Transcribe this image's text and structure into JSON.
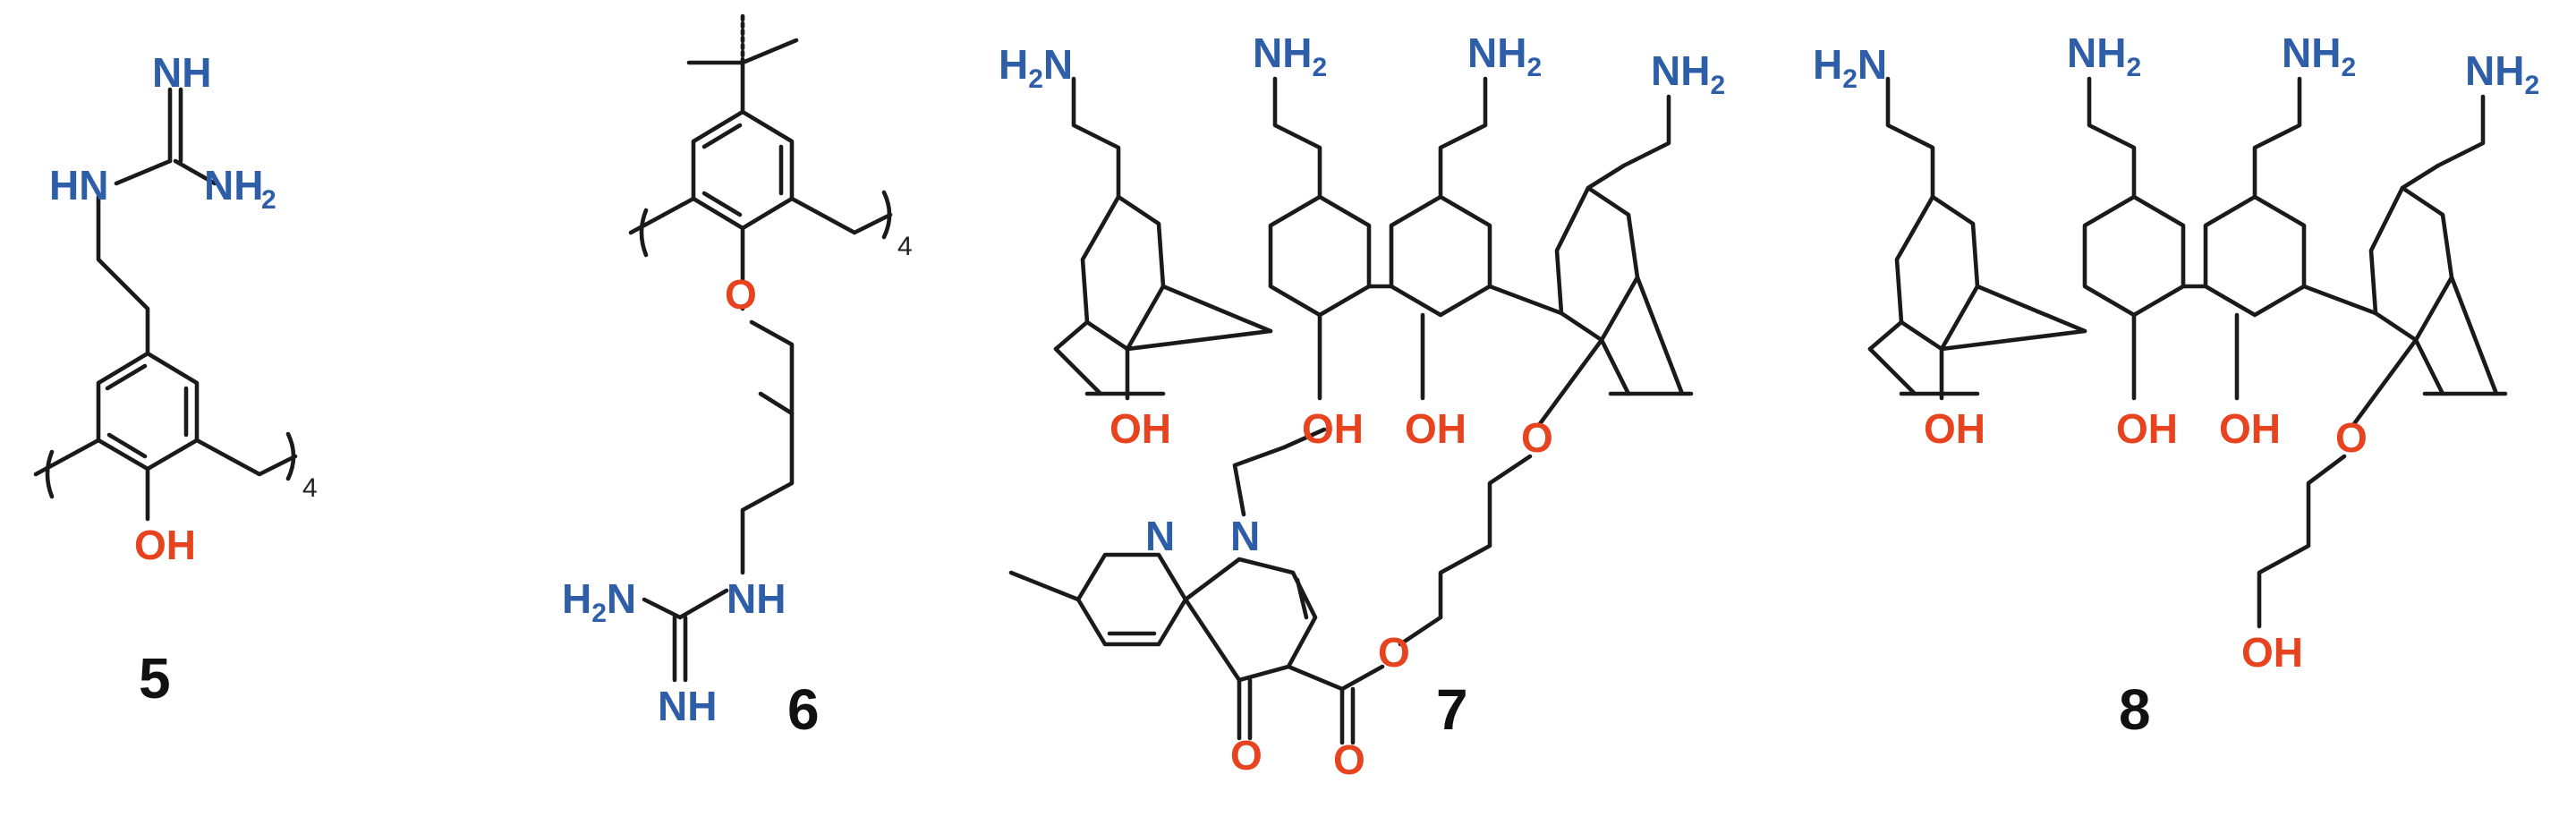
{
  "colors": {
    "bond": "#1a1a1a",
    "nitrogen": "#2f5ea8",
    "oxygen": "#e8431f",
    "carbon_text": "#111111"
  },
  "compounds": [
    {
      "number": "5",
      "repeat": "4",
      "atoms": {
        "nh_imine": "NH",
        "hn": "HN",
        "nh2": "NH",
        "oh": "OH"
      }
    },
    {
      "number": "6",
      "repeat": "4",
      "atoms": {
        "o": "O",
        "nh": "NH",
        "h2n": "H",
        "nh_imine": "NH"
      }
    },
    {
      "number": "7",
      "atoms": {
        "nh2": "NH",
        "h2n": "H",
        "oh": "OH",
        "o": "O",
        "n": "N"
      }
    },
    {
      "number": "8",
      "atoms": {
        "nh2": "NH",
        "h2n": "H",
        "oh": "OH",
        "o": "O"
      }
    }
  ],
  "sub2": "2"
}
